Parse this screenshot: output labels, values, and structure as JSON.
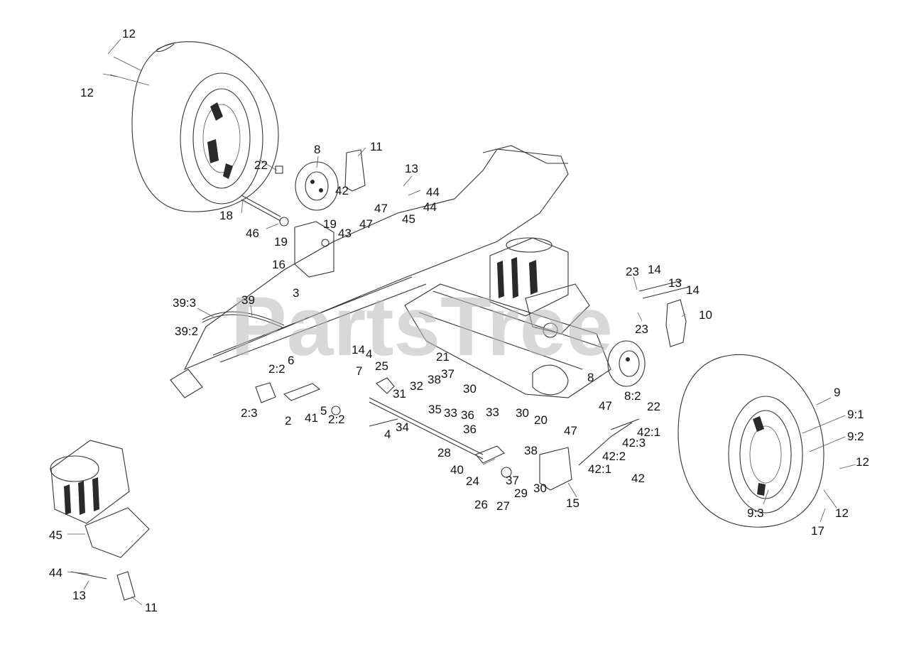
{
  "watermark": "PartsTree",
  "callouts": [
    {
      "id": "12a",
      "text": "12"
    },
    {
      "id": "12b",
      "text": "12"
    },
    {
      "id": "8a",
      "text": "8"
    },
    {
      "id": "11a",
      "text": "11"
    },
    {
      "id": "22a",
      "text": "22"
    },
    {
      "id": "13a",
      "text": "13"
    },
    {
      "id": "42a",
      "text": "42"
    },
    {
      "id": "44a",
      "text": "44"
    },
    {
      "id": "44b",
      "text": "44"
    },
    {
      "id": "47a",
      "text": "47"
    },
    {
      "id": "45a",
      "text": "45"
    },
    {
      "id": "47b",
      "text": "47"
    },
    {
      "id": "18",
      "text": "18"
    },
    {
      "id": "46",
      "text": "46"
    },
    {
      "id": "19a",
      "text": "19"
    },
    {
      "id": "19b",
      "text": "19"
    },
    {
      "id": "43",
      "text": "43"
    },
    {
      "id": "16",
      "text": "16"
    },
    {
      "id": "3",
      "text": "3"
    },
    {
      "id": "39_3",
      "text": "39:3"
    },
    {
      "id": "39",
      "text": "39"
    },
    {
      "id": "39_2",
      "text": "39:2"
    },
    {
      "id": "23a",
      "text": "23"
    },
    {
      "id": "14a",
      "text": "14"
    },
    {
      "id": "13b",
      "text": "13"
    },
    {
      "id": "14b",
      "text": "14"
    },
    {
      "id": "10",
      "text": "10"
    },
    {
      "id": "23b",
      "text": "23"
    },
    {
      "id": "6",
      "text": "6"
    },
    {
      "id": "14c",
      "text": "14"
    },
    {
      "id": "4a",
      "text": "4"
    },
    {
      "id": "7",
      "text": "7"
    },
    {
      "id": "2_2a",
      "text": "2:2"
    },
    {
      "id": "25",
      "text": "25"
    },
    {
      "id": "21",
      "text": "21"
    },
    {
      "id": "37a",
      "text": "37"
    },
    {
      "id": "38a",
      "text": "38"
    },
    {
      "id": "30a",
      "text": "30"
    },
    {
      "id": "32",
      "text": "32"
    },
    {
      "id": "31",
      "text": "31"
    },
    {
      "id": "35",
      "text": "35"
    },
    {
      "id": "33a",
      "text": "33"
    },
    {
      "id": "36a",
      "text": "36"
    },
    {
      "id": "8b",
      "text": "8"
    },
    {
      "id": "8_2",
      "text": "8:2"
    },
    {
      "id": "22b",
      "text": "22"
    },
    {
      "id": "9",
      "text": "9"
    },
    {
      "id": "9_1",
      "text": "9:1"
    },
    {
      "id": "9_2",
      "text": "9:2"
    },
    {
      "id": "2_3",
      "text": "2:3"
    },
    {
      "id": "2",
      "text": "2"
    },
    {
      "id": "41",
      "text": "41"
    },
    {
      "id": "5",
      "text": "5"
    },
    {
      "id": "2_2b",
      "text": "2:2"
    },
    {
      "id": "4b",
      "text": "4"
    },
    {
      "id": "34",
      "text": "34"
    },
    {
      "id": "33b",
      "text": "33"
    },
    {
      "id": "30b",
      "text": "30"
    },
    {
      "id": "20",
      "text": "20"
    },
    {
      "id": "47c",
      "text": "47"
    },
    {
      "id": "42_1a",
      "text": "42:1"
    },
    {
      "id": "47d",
      "text": "47"
    },
    {
      "id": "42_3",
      "text": "42:3"
    },
    {
      "id": "36b",
      "text": "36"
    },
    {
      "id": "37b",
      "text": "37"
    },
    {
      "id": "38b",
      "text": "38"
    },
    {
      "id": "28",
      "text": "28"
    },
    {
      "id": "42_2",
      "text": "42:2"
    },
    {
      "id": "42_1b",
      "text": "42:1"
    },
    {
      "id": "42b",
      "text": "42"
    },
    {
      "id": "40",
      "text": "40"
    },
    {
      "id": "24",
      "text": "24"
    },
    {
      "id": "30c",
      "text": "30"
    },
    {
      "id": "29",
      "text": "29"
    },
    {
      "id": "26",
      "text": "26"
    },
    {
      "id": "27",
      "text": "27"
    },
    {
      "id": "15",
      "text": "15"
    },
    {
      "id": "12c",
      "text": "12"
    },
    {
      "id": "9_3",
      "text": "9:3"
    },
    {
      "id": "12d",
      "text": "12"
    },
    {
      "id": "17",
      "text": "17"
    },
    {
      "id": "45b",
      "text": "45"
    },
    {
      "id": "44c",
      "text": "44"
    },
    {
      "id": "13c",
      "text": "13"
    },
    {
      "id": "11b",
      "text": "11"
    }
  ]
}
